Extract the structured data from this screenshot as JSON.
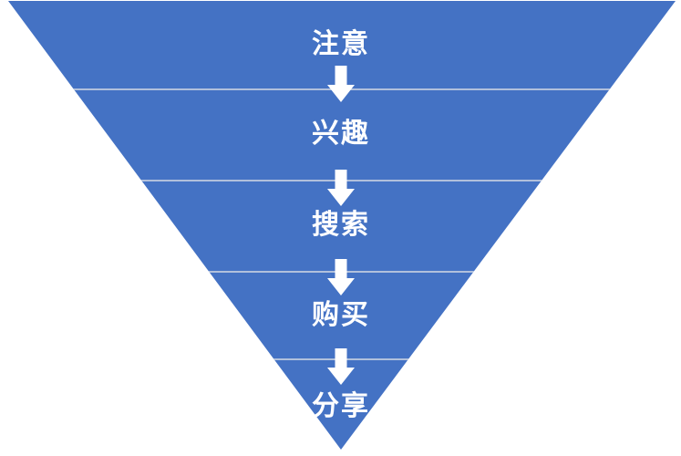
{
  "funnel": {
    "kind": "inverted-pyramid-funnel",
    "stages": [
      {
        "label": "注意"
      },
      {
        "label": "兴趣"
      },
      {
        "label": "搜索"
      },
      {
        "label": "购买"
      },
      {
        "label": "分享"
      }
    ],
    "icons": [
      {
        "name": "down-arrow-icon",
        "glyph": "⬇"
      }
    ]
  },
  "colors": {
    "funnel_fill": "#4472C4",
    "divider_line": "#d5dae4",
    "label_text": "#ffffff",
    "arrow_fill": "#ffffff",
    "background": "#ffffff"
  }
}
